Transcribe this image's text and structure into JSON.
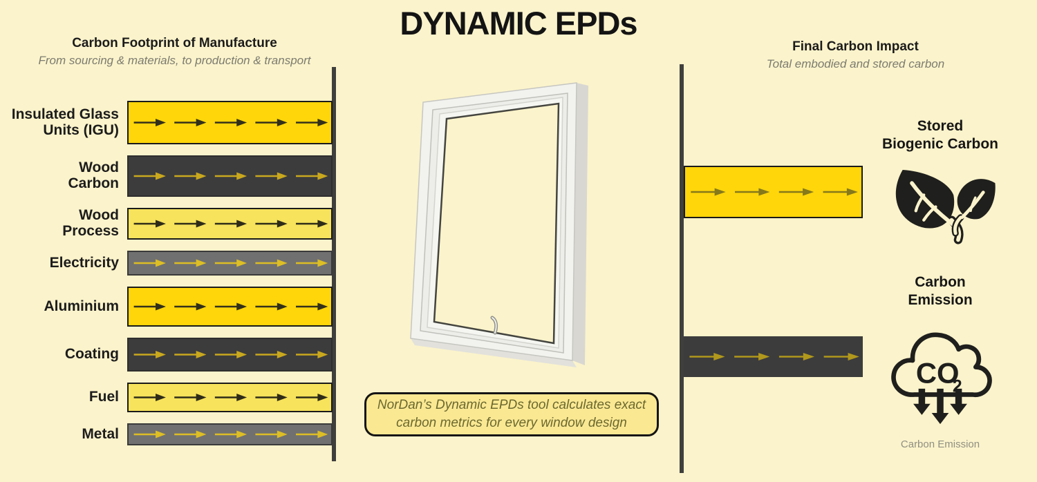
{
  "title": "DYNAMIC EPDs",
  "left_panel": {
    "heading": "Carbon Footprint of Manufacture",
    "subheading": "From sourcing & materials, to production & transport",
    "rows": [
      {
        "label": "Insulated Glass\nUnits (IGU)",
        "style": "yellow",
        "height": 63,
        "arrows": 5
      },
      {
        "label": "Wood\nCarbon",
        "style": "dark",
        "height": 60,
        "arrows": 5
      },
      {
        "label": "Wood\nProcess",
        "style": "light_yellow",
        "height": 46,
        "arrows": 5
      },
      {
        "label": "Electricity",
        "style": "gray",
        "height": 36,
        "arrows": 5
      },
      {
        "label": "Aluminium",
        "style": "yellow",
        "height": 58,
        "arrows": 5
      },
      {
        "label": "Coating",
        "style": "dark",
        "height": 49,
        "arrows": 5
      },
      {
        "label": "Fuel",
        "style": "light_yellow",
        "height": 43,
        "arrows": 5
      },
      {
        "label": "Metal",
        "style": "gray",
        "height": 32,
        "arrows": 5
      }
    ]
  },
  "center": {
    "note": "NorDan’s Dynamic EPDs tool calculates exact\ncarbon metrics for every window design",
    "window_icon": "open-white-window"
  },
  "right_panel": {
    "heading": "Final Carbon Impact",
    "subheading": "Total embodied and stored carbon",
    "stored": {
      "label": "Stored\nBiogenic Carbon",
      "style": "yellow",
      "arrows": 4
    },
    "emission": {
      "label": "Carbon\nEmission",
      "style": "dark_plain",
      "arrows": 4,
      "co2_main": "CO",
      "co2_sub": "2",
      "caption": "Carbon Emission"
    }
  },
  "colors": {
    "background": "#FBF3CB",
    "bar_yellow": "#FFD60A",
    "bar_light_yellow": "#F7E35C",
    "bar_dark": "#3C3C3C",
    "bar_gray": "#707070",
    "bar_border": "#1A1A1A",
    "gray_border": "#3A3A3A",
    "arrow_on_yellow": "#33301A",
    "arrow_on_light_yellow": "#2E2C18",
    "arrow_on_dark": "#C9A81E",
    "arrow_on_gray": "#DDBE25",
    "stored_arrow": "#85791B",
    "emission_arrow": "#B1981C",
    "axis_line": "#3F3F3D",
    "note_bg": "#FAE893",
    "note_border": "#141414",
    "note_text": "#6B682F",
    "icon_black": "#1F1F1D",
    "caption_gray": "#8F8F82"
  }
}
